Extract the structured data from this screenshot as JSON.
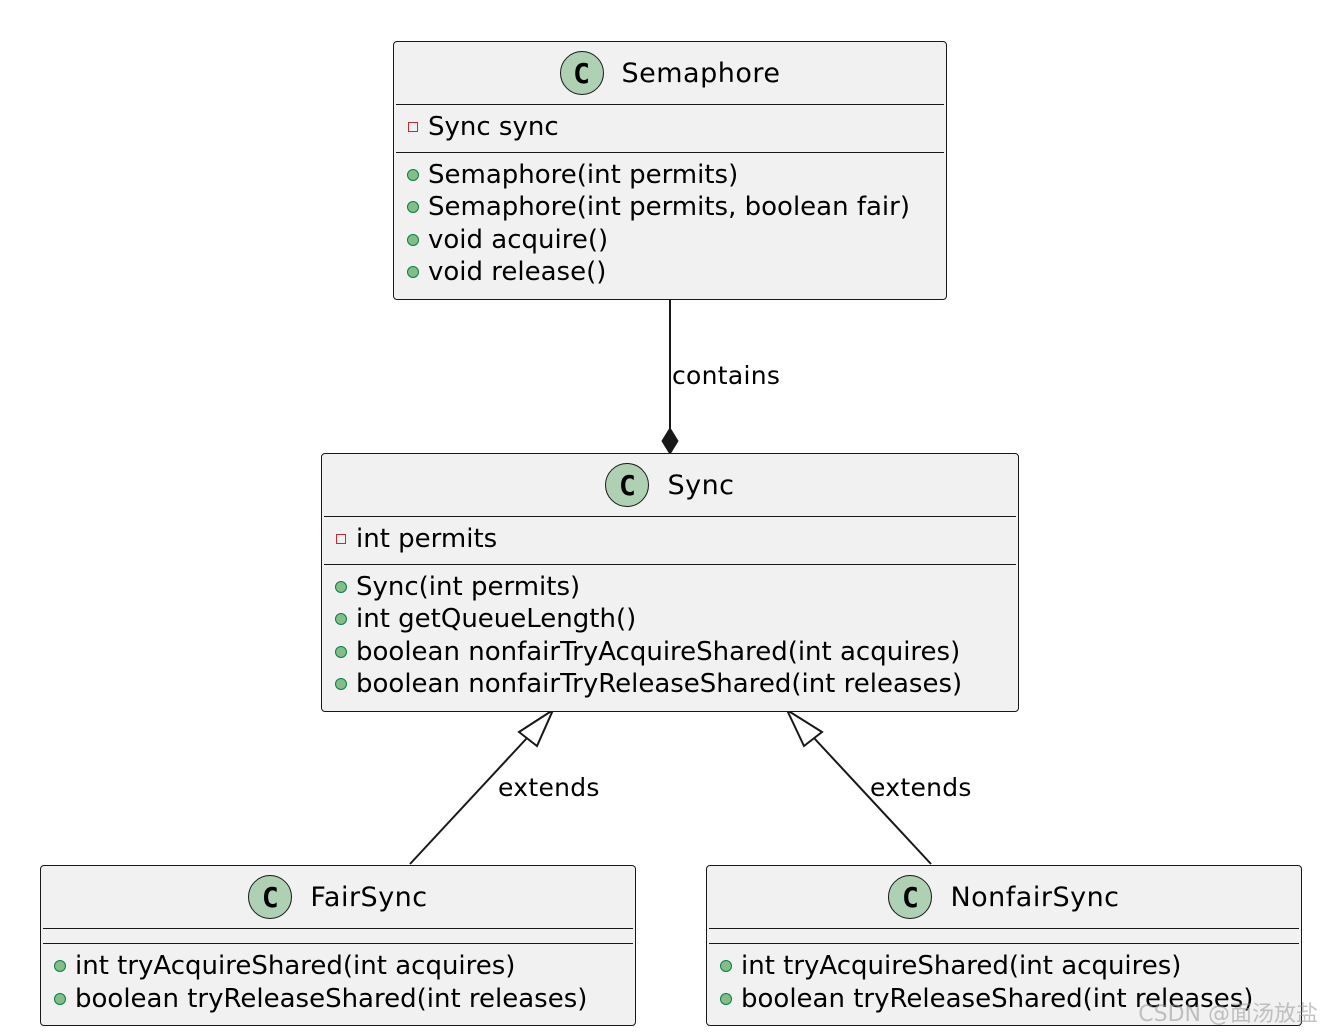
{
  "classes": {
    "semaphore": {
      "name": "Semaphore",
      "icon": "C",
      "fields": [
        "Sync sync"
      ],
      "methods": [
        "Semaphore(int permits)",
        "Semaphore(int permits, boolean fair)",
        "void acquire()",
        "void release()"
      ]
    },
    "sync": {
      "name": "Sync",
      "icon": "C",
      "fields": [
        "int permits"
      ],
      "methods": [
        "Sync(int permits)",
        "int getQueueLength()",
        "boolean nonfairTryAcquireShared(int acquires)",
        "boolean nonfairTryReleaseShared(int releases)"
      ]
    },
    "fairsync": {
      "name": "FairSync",
      "icon": "C",
      "fields": [],
      "methods": [
        "int tryAcquireShared(int acquires)",
        "boolean tryReleaseShared(int releases)"
      ]
    },
    "nonfairsync": {
      "name": "NonfairSync",
      "icon": "C",
      "fields": [],
      "methods": [
        "int tryAcquireShared(int acquires)",
        "boolean tryReleaseShared(int releases)"
      ]
    }
  },
  "relations": {
    "contains": "contains",
    "fair_extends": "extends",
    "nonfair_extends": "extends"
  },
  "colors": {
    "box_fill": "#f1f1f1",
    "border": "#181818",
    "class_icon": "#add1b2",
    "private_marker": "#c82930",
    "public_marker": "#84be84"
  },
  "watermark": "CSDN @面汤放盐"
}
